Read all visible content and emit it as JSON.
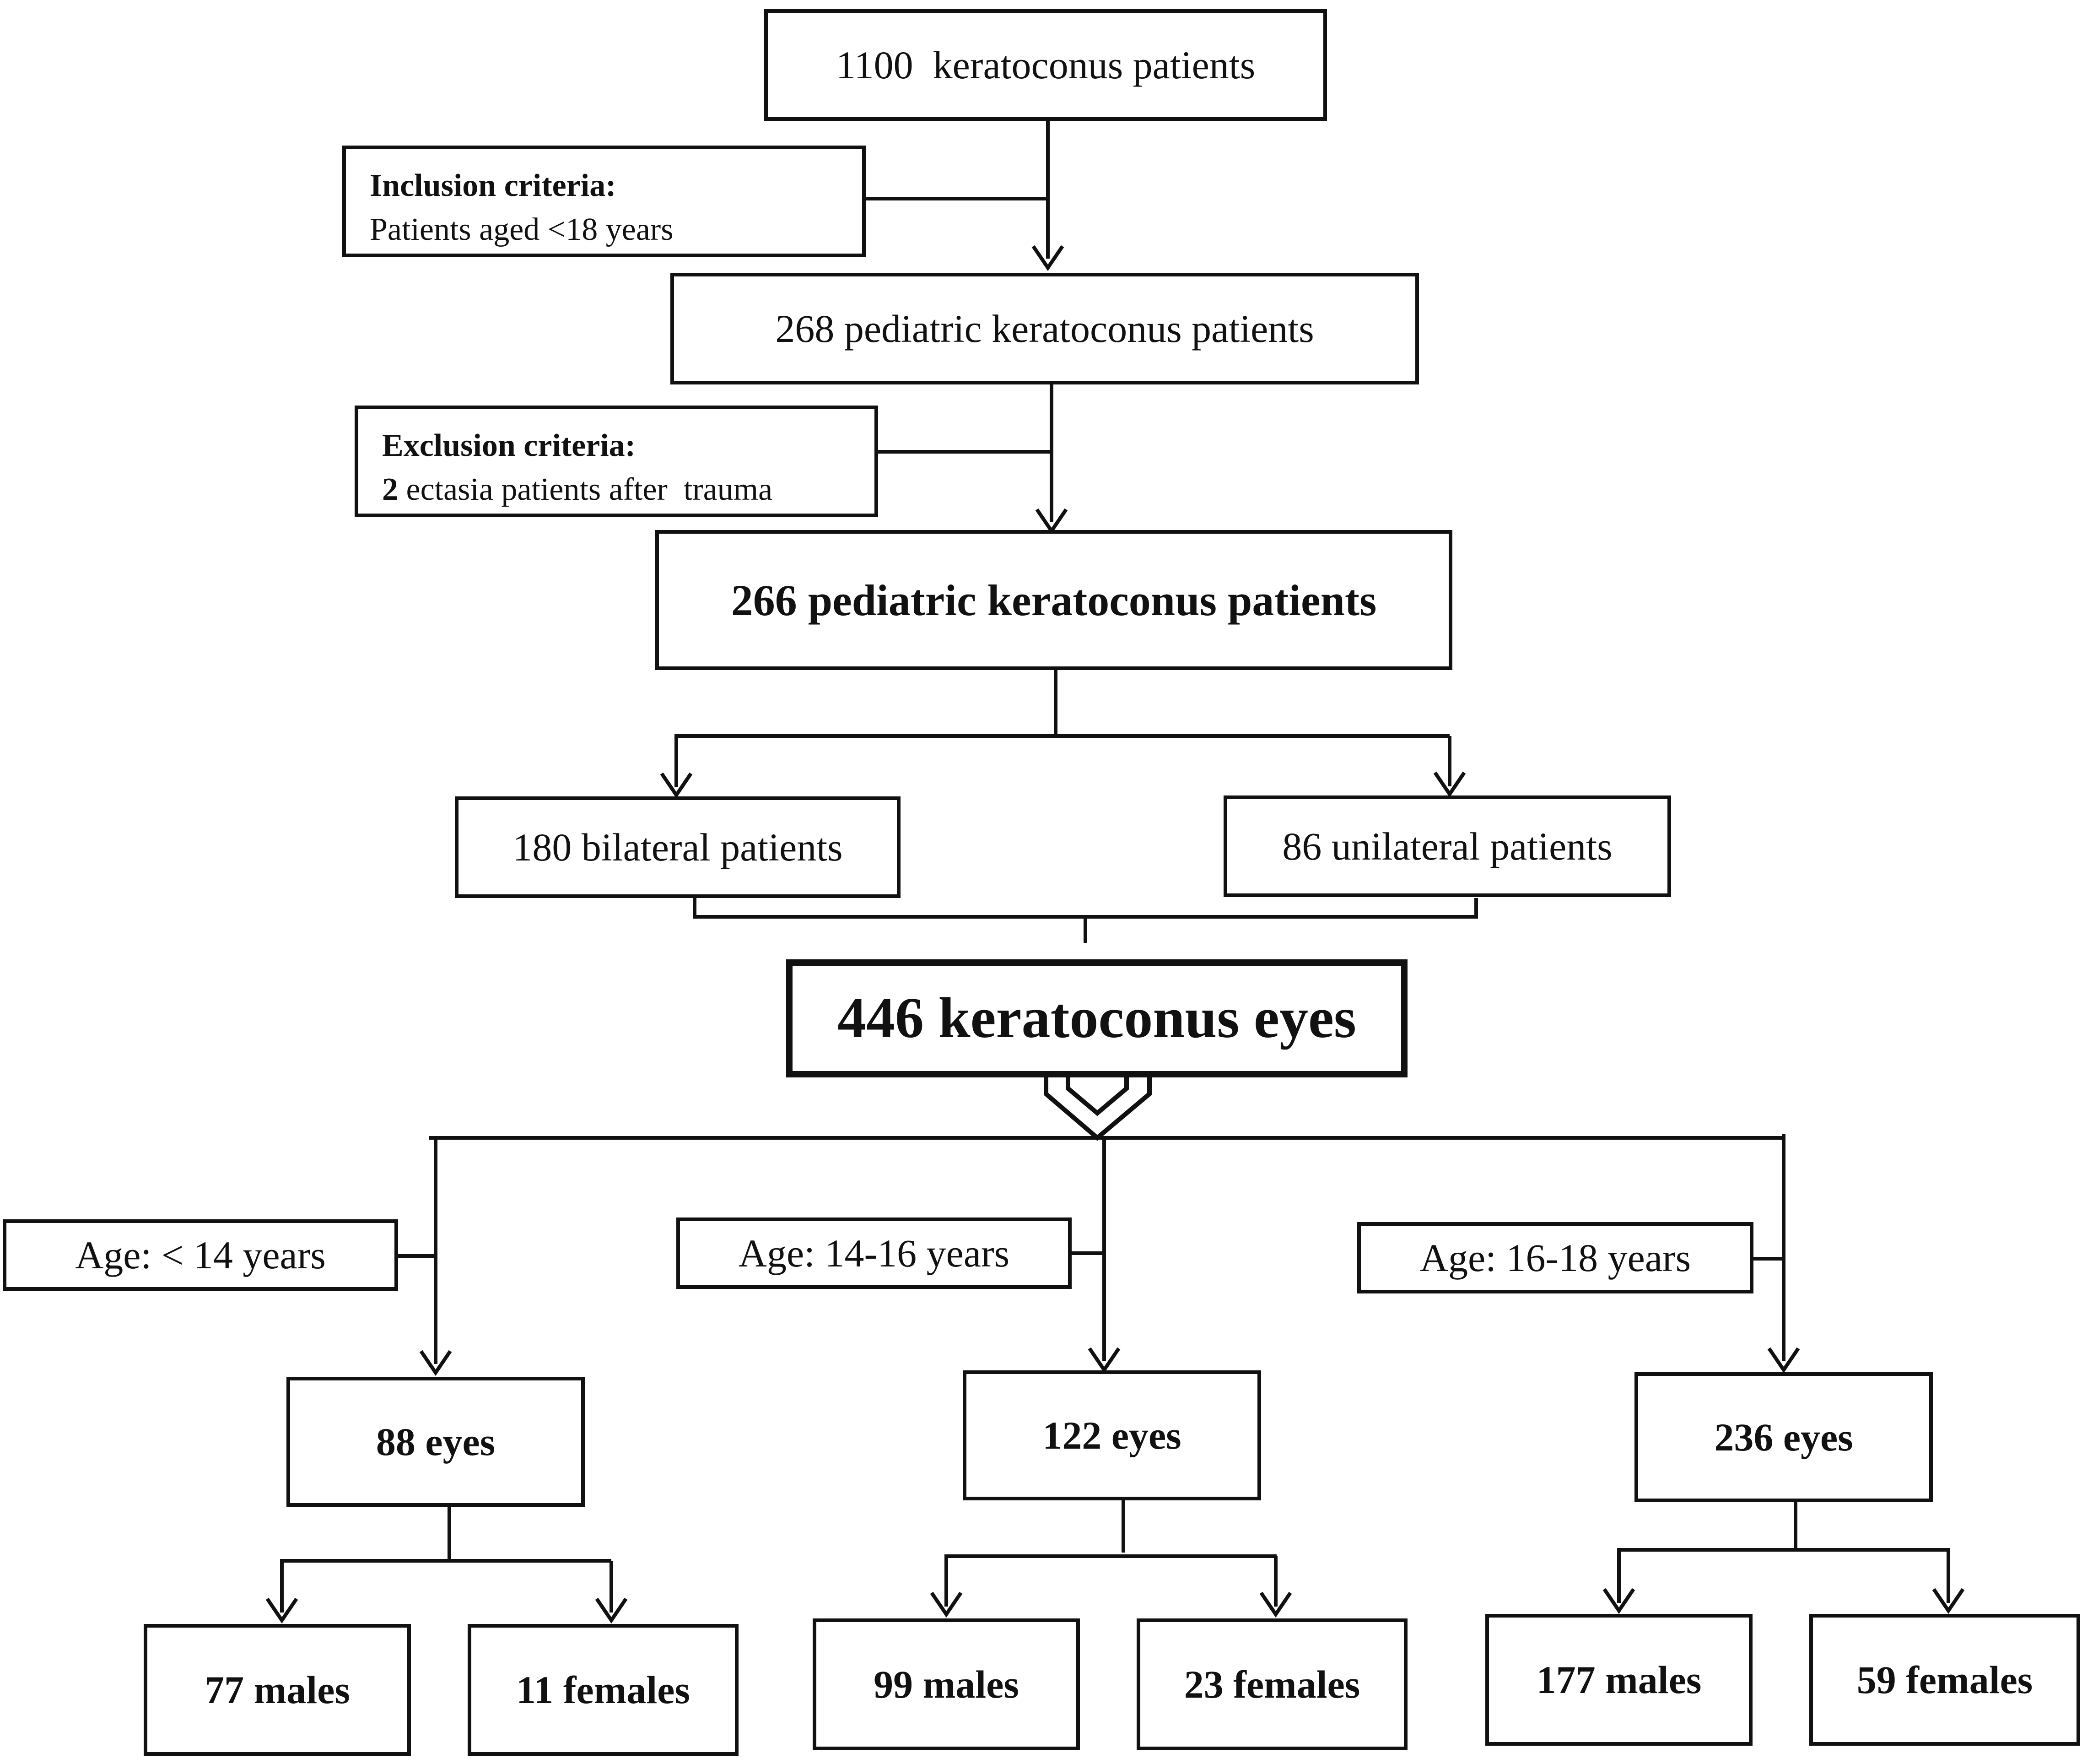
{
  "flow": {
    "start": "1100  keratoconus patients",
    "inclusion": {
      "title": "Inclusion criteria:",
      "text": "Patients aged <18 years"
    },
    "pediatric_268": "268 pediatric keratoconus patients",
    "exclusion": {
      "title": "Exclusion criteria:",
      "count": "2",
      "text": " ectasia patients after  trauma"
    },
    "pediatric_266": "266 pediatric keratoconus patients",
    "bilateral": "180 bilateral patients",
    "unilateral": "86 unilateral patients",
    "eyes_total": "446 keratoconus eyes"
  },
  "groups": [
    {
      "age": "Age: < 14 years",
      "eyes": "88 eyes",
      "males": "77 males",
      "females": "11 females"
    },
    {
      "age": "Age: 14-16 years",
      "eyes": "122 eyes",
      "males": "99 males",
      "females": "23 females"
    },
    {
      "age": "Age: 16-18 years",
      "eyes": "236 eyes",
      "males": "177 males",
      "females": "59 females"
    }
  ]
}
